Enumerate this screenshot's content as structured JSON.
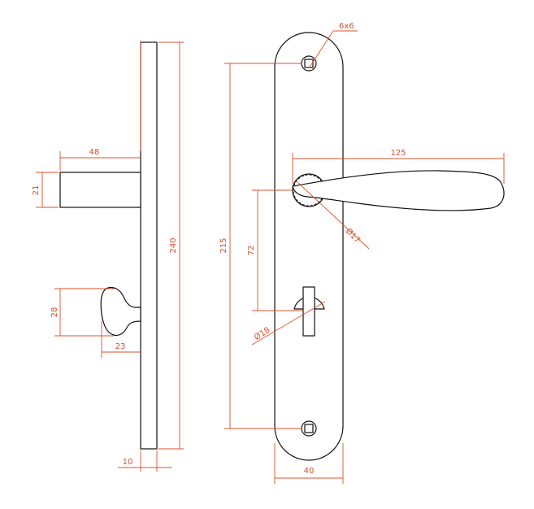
{
  "colors": {
    "dimension": "#d9512c",
    "outline": "#111111",
    "background": "#ffffff"
  },
  "dimensions": {
    "side_plate_height": "240",
    "side_plate_thickness": "10",
    "lever_projection": "48",
    "lever_thickness": "21",
    "knob_height": "28",
    "knob_projection": "23",
    "front_overall_height": "215",
    "spindle_to_lock_distance": "72",
    "spindle_square": "6x6",
    "lever_length": "125",
    "rosette_diameter_upper": "Ø17",
    "rosette_diameter_lower": "Ø18",
    "plate_width": "40"
  }
}
